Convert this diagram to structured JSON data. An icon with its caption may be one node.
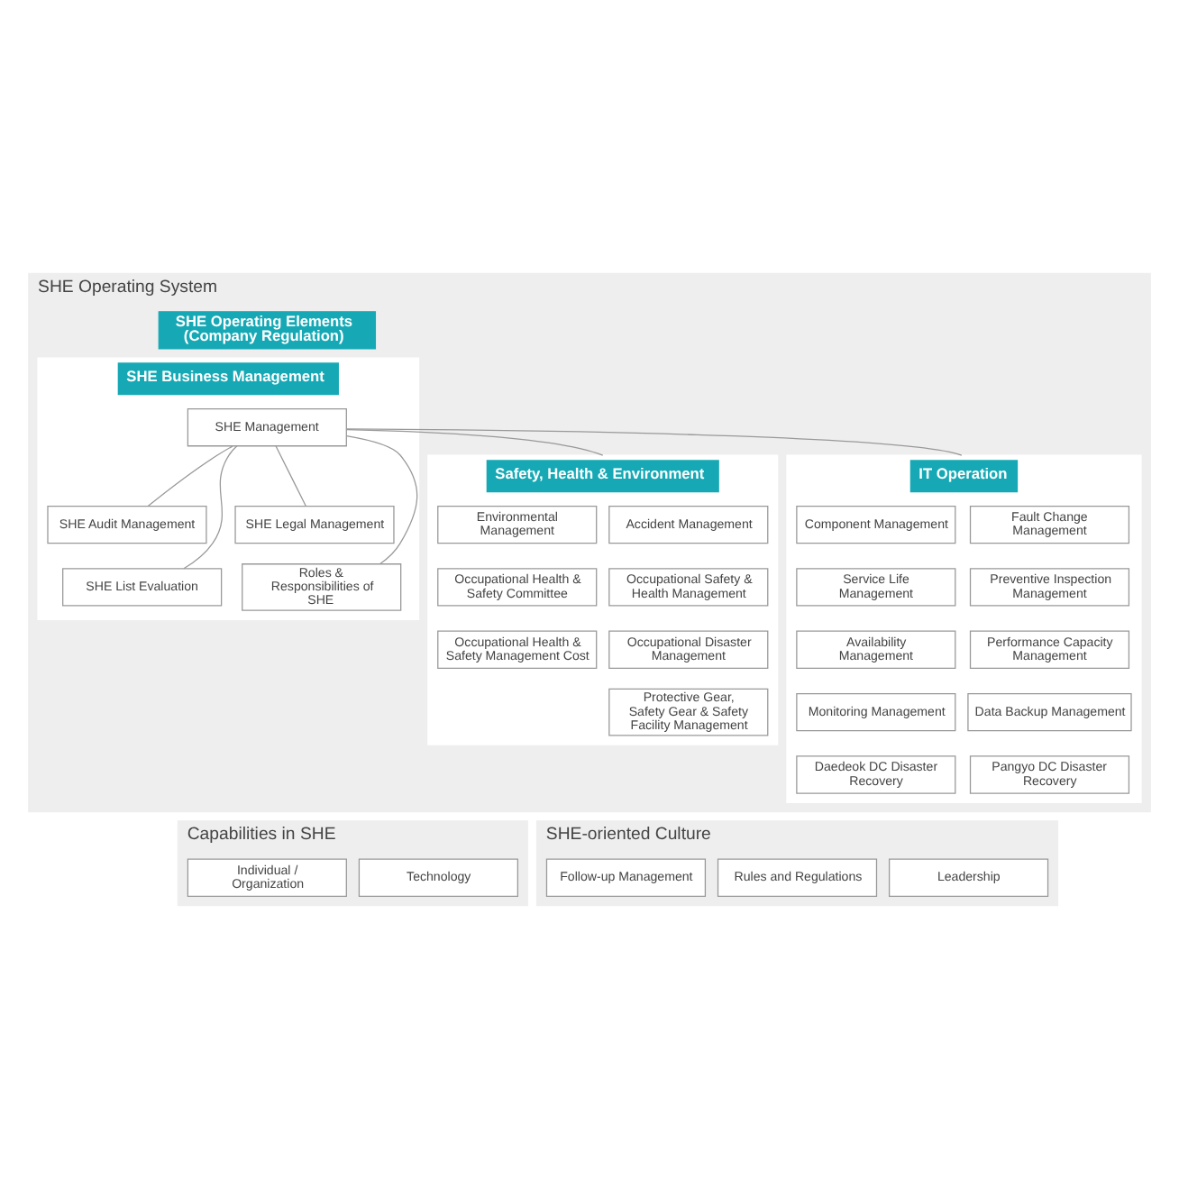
{
  "diagram": {
    "nodes": [
      {
        "text": [
          "SHE Operating System"
        ]
      },
      {
        "text": [
          "SHE Operating Elements (Company Regulation)"
        ],
        "in": 0
      },
      {
        "text": [
          "SHE Business Management"
        ],
        "in": 0
      },
      {
        "text": [
          "SHE Management"
        ],
        "in": 2
      },
      {
        "text": [
          "SHE Audit Management"
        ],
        "in": 2
      },
      {
        "text": [
          "SHE Legal Management"
        ],
        "in": 2
      },
      {
        "text": [
          "SHE List Evaluation"
        ],
        "in": 2
      },
      {
        "text": [
          "Roles & Responsibilities of SHE"
        ],
        "in": 2
      },
      {
        "text": [
          "Safety, Health & Environment"
        ],
        "in": 0
      },
      {
        "text": [
          "Accident Management"
        ],
        "in": 8
      },
      {
        "text": [
          "Environmental Management"
        ],
        "in": 8
      },
      {
        "text": [
          "Occupational Safety & Health Management"
        ],
        "in": 8
      },
      {
        "text": [
          "Occupational Health & Safety Committee"
        ],
        "in": 8
      },
      {
        "text": [
          "Occupational Disaster Management"
        ],
        "in": 8
      },
      {
        "text": [
          "Occupational Health & Safety Management Cost"
        ],
        "in": 8
      },
      {
        "text": [
          "Protective Gear, Safety Gear & Safety Facility Management"
        ],
        "in": 8
      },
      {
        "text": [
          "IT Operation"
        ],
        "in": 0
      },
      {
        "text": [
          "Fault Change Management"
        ],
        "in": 16
      },
      {
        "text": [
          "Component Management"
        ],
        "in": 16
      },
      {
        "text": [
          "Preventive Inspection Management"
        ],
        "in": 16
      },
      {
        "text": [
          "Service Life Management"
        ],
        "in": 16
      },
      {
        "text": [
          "Performance Capacity Management"
        ],
        "in": 16
      },
      {
        "text": [
          "Availability Management"
        ],
        "in": 16
      },
      {
        "text": [
          "Data Backup Management"
        ],
        "in": 16
      },
      {
        "text": [
          "Monitoring Management"
        ],
        "in": 16
      },
      {
        "text": [
          "Pangyo DC Disaster Recovery"
        ],
        "in": 16
      },
      {
        "text": [
          "Daedeok DC Disaster Recovery"
        ],
        "in": 16
      },
      {
        "text": [
          "Capabilities in SHE"
        ]
      },
      {
        "text": [
          "Technology"
        ],
        "in": 27
      },
      {
        "text": [
          "Individual / Organization"
        ],
        "in": 27
      },
      {
        "text": [
          "SHE-oriented Culture"
        ]
      },
      {
        "text": [
          "Leadership"
        ],
        "in": 30
      },
      {
        "text": [
          "Rules and Regulations"
        ],
        "in": 30
      },
      {
        "text": [
          "Follow-up Management"
        ],
        "in": 30
      }
    ],
    "edges": [
      {
        "from": 3,
        "to": 4,
        "arrow": "none"
      },
      {
        "from": 3,
        "to": 5,
        "arrow": "none"
      },
      {
        "from": 3,
        "to": 6,
        "arrow": "none"
      },
      {
        "from": 3,
        "to": 7,
        "arrow": "none"
      },
      {
        "from": 3,
        "to": 8,
        "arrow": "none"
      },
      {
        "from": 3,
        "to": 16,
        "arrow": "none"
      }
    ]
  }
}
